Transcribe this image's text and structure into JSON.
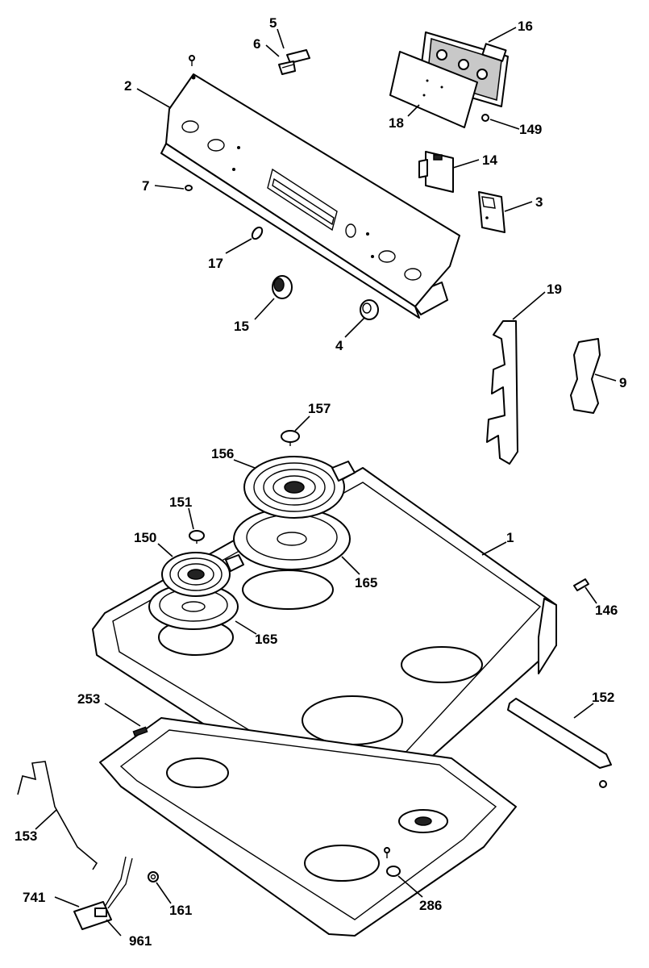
{
  "diagram": {
    "labels": {
      "p1": "1",
      "p2": "2",
      "p3": "3",
      "p4": "4",
      "p5": "5",
      "p6": "6",
      "p7": "7",
      "p9": "9",
      "p14": "14",
      "p15": "15",
      "p16": "16",
      "p17": "17",
      "p18": "18",
      "p19": "19",
      "p146": "146",
      "p149": "149",
      "p150": "150",
      "p151": "151",
      "p152": "152",
      "p153": "153",
      "p156": "156",
      "p157": "157",
      "p161": "161",
      "p165a": "165",
      "p165b": "165",
      "p253": "253",
      "p286": "286",
      "p741": "741",
      "p961": "961"
    }
  }
}
